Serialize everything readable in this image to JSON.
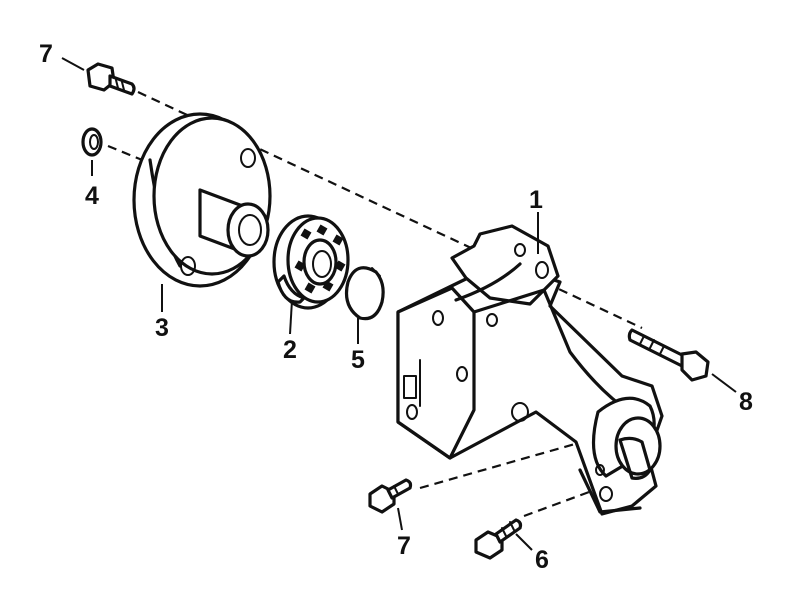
{
  "diagram": {
    "callouts": [
      {
        "id": "part-1",
        "label": "1"
      },
      {
        "id": "part-2",
        "label": "2"
      },
      {
        "id": "part-3",
        "label": "3"
      },
      {
        "id": "part-4",
        "label": "4"
      },
      {
        "id": "part-5",
        "label": "5"
      },
      {
        "id": "part-6",
        "label": "6"
      },
      {
        "id": "part-7-top",
        "label": "7"
      },
      {
        "id": "part-7-bottom",
        "label": "7"
      },
      {
        "id": "part-8",
        "label": "8"
      }
    ],
    "parts": [
      {
        "label": "1",
        "name": "gear housing"
      },
      {
        "label": "2",
        "name": "ball bearing"
      },
      {
        "label": "3",
        "name": "flange"
      },
      {
        "label": "4",
        "name": "washer"
      },
      {
        "label": "5",
        "name": "snap ring"
      },
      {
        "label": "6",
        "name": "screw"
      },
      {
        "label": "7",
        "name": "screw"
      },
      {
        "label": "8",
        "name": "screw"
      }
    ]
  }
}
